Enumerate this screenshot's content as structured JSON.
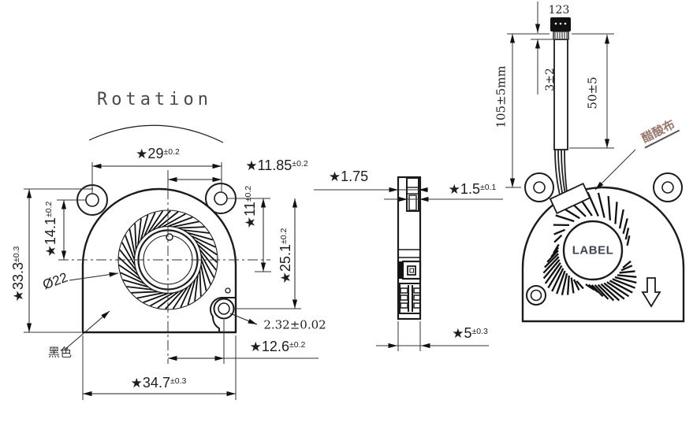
{
  "drawing": {
    "type": "blower-fan-3-view-technical-drawing",
    "views": [
      "front-view",
      "side-view",
      "rear-view-with-cable"
    ]
  },
  "annotations": {
    "rotation": "Rotation",
    "black_color": "黑色",
    "acetate_cloth": "醋酸布",
    "label": "LABEL",
    "pins": "123"
  },
  "dims": {
    "d29": {
      "star": "★",
      "value": "29",
      "tol": "±0.2"
    },
    "d11_85": {
      "star": "★",
      "value": "11.85",
      "tol": "±0.2"
    },
    "d1_75": {
      "star": "★",
      "value": "1.75",
      "tol": ""
    },
    "d1_5": {
      "star": "★",
      "value": "1.5",
      "tol": "±0.1"
    },
    "d11": {
      "star": "★",
      "value": "11",
      "tol": "±0.2"
    },
    "d25_1": {
      "star": "★",
      "value": "25.1",
      "tol": "±0.2"
    },
    "d33_3": {
      "star": "★",
      "value": "33.3",
      "tol": "±0.3"
    },
    "d14_1": {
      "star": "★",
      "value": "14.1",
      "tol": "±0.2"
    },
    "d12_6": {
      "star": "★",
      "value": "12.6",
      "tol": "±0.2"
    },
    "d34_7": {
      "star": "★",
      "value": "34.7",
      "tol": "±0.3"
    },
    "d5": {
      "star": "★",
      "value": "5",
      "tol": "±0.3"
    },
    "dia22": {
      "value": "Ø22"
    },
    "d2_32": {
      "value": "2.32±0.02"
    },
    "cable_length": {
      "value": "105±5mm"
    },
    "d3_2": {
      "value": "3±2"
    },
    "d50_5": {
      "value": "50±5"
    }
  },
  "colors": {
    "line": "#1b1b1b",
    "acetate_text": "#9b7a70",
    "label_text": "#3f4650",
    "background": "#ffffff"
  }
}
